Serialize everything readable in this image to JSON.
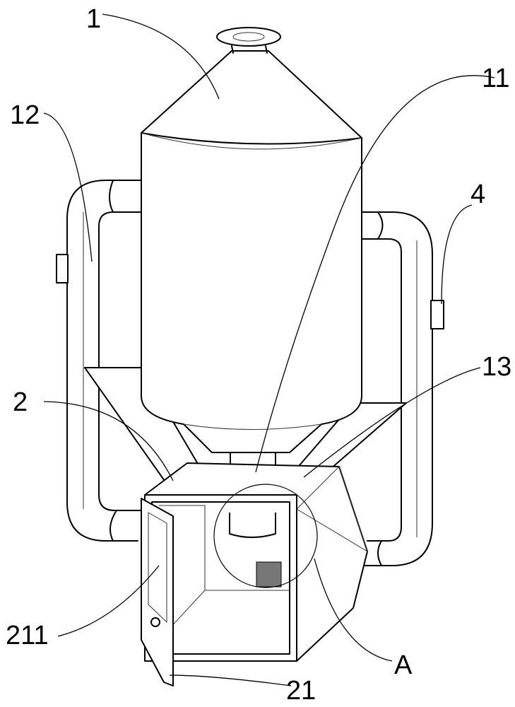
{
  "figure": {
    "labels": {
      "tank": "1",
      "outlet_pipe": "11",
      "left_pipe": "12",
      "bracket": "4",
      "support_arm": "13",
      "box": "2",
      "door_window": "211",
      "detail": "A",
      "door": "21"
    }
  }
}
